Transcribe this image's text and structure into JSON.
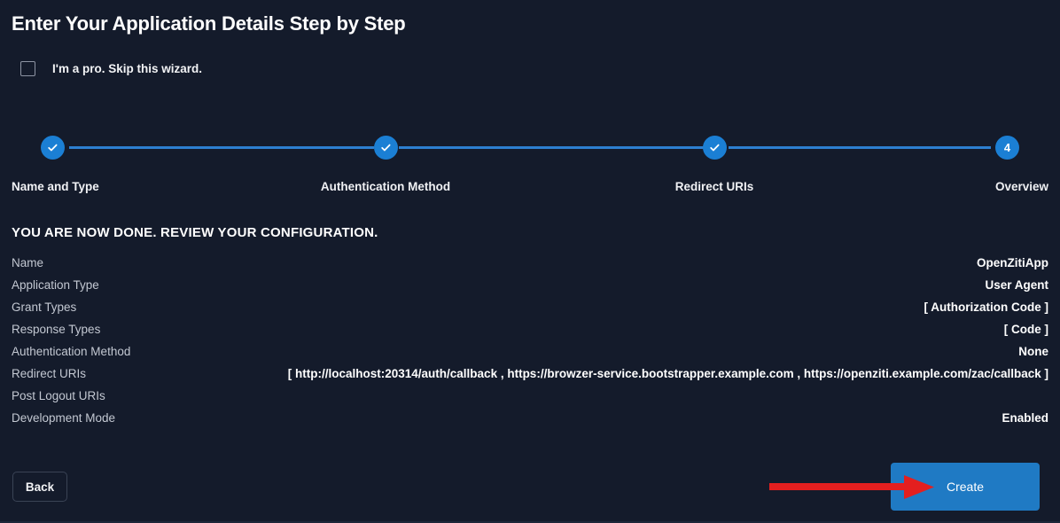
{
  "page": {
    "title": "Enter Your Application Details Step by Step"
  },
  "skip_wizard": {
    "label": "I'm a pro. Skip this wizard.",
    "checked": false
  },
  "stepper": {
    "steps": [
      {
        "label": "Name and Type",
        "state": "complete",
        "marker": "check"
      },
      {
        "label": "Authentication Method",
        "state": "complete",
        "marker": "check"
      },
      {
        "label": "Redirect URIs",
        "state": "complete",
        "marker": "check"
      },
      {
        "label": "Overview",
        "state": "current",
        "marker": "4"
      }
    ],
    "line_color": "#2d7fd0",
    "circle_color": "#1b7fd4"
  },
  "review": {
    "heading": "YOU ARE NOW DONE. REVIEW YOUR CONFIGURATION.",
    "rows": [
      {
        "label": "Name",
        "value": "OpenZitiApp"
      },
      {
        "label": "Application Type",
        "value": "User Agent"
      },
      {
        "label": "Grant Types",
        "value": "[ Authorization Code ]"
      },
      {
        "label": "Response Types",
        "value": "[ Code ]"
      },
      {
        "label": "Authentication Method",
        "value": "None"
      },
      {
        "label": "Redirect URIs",
        "value": "[ http://localhost:20314/auth/callback , https://browzer-service.bootstrapper.example.com , https://openziti.example.com/zac/callback ]"
      },
      {
        "label": "Post Logout URIs",
        "value": ""
      },
      {
        "label": "Development Mode",
        "value": "Enabled"
      }
    ]
  },
  "footer": {
    "back_label": "Back",
    "create_label": "Create"
  },
  "annotation": {
    "arrow_color": "#e41f1f",
    "points_to": "Create"
  }
}
